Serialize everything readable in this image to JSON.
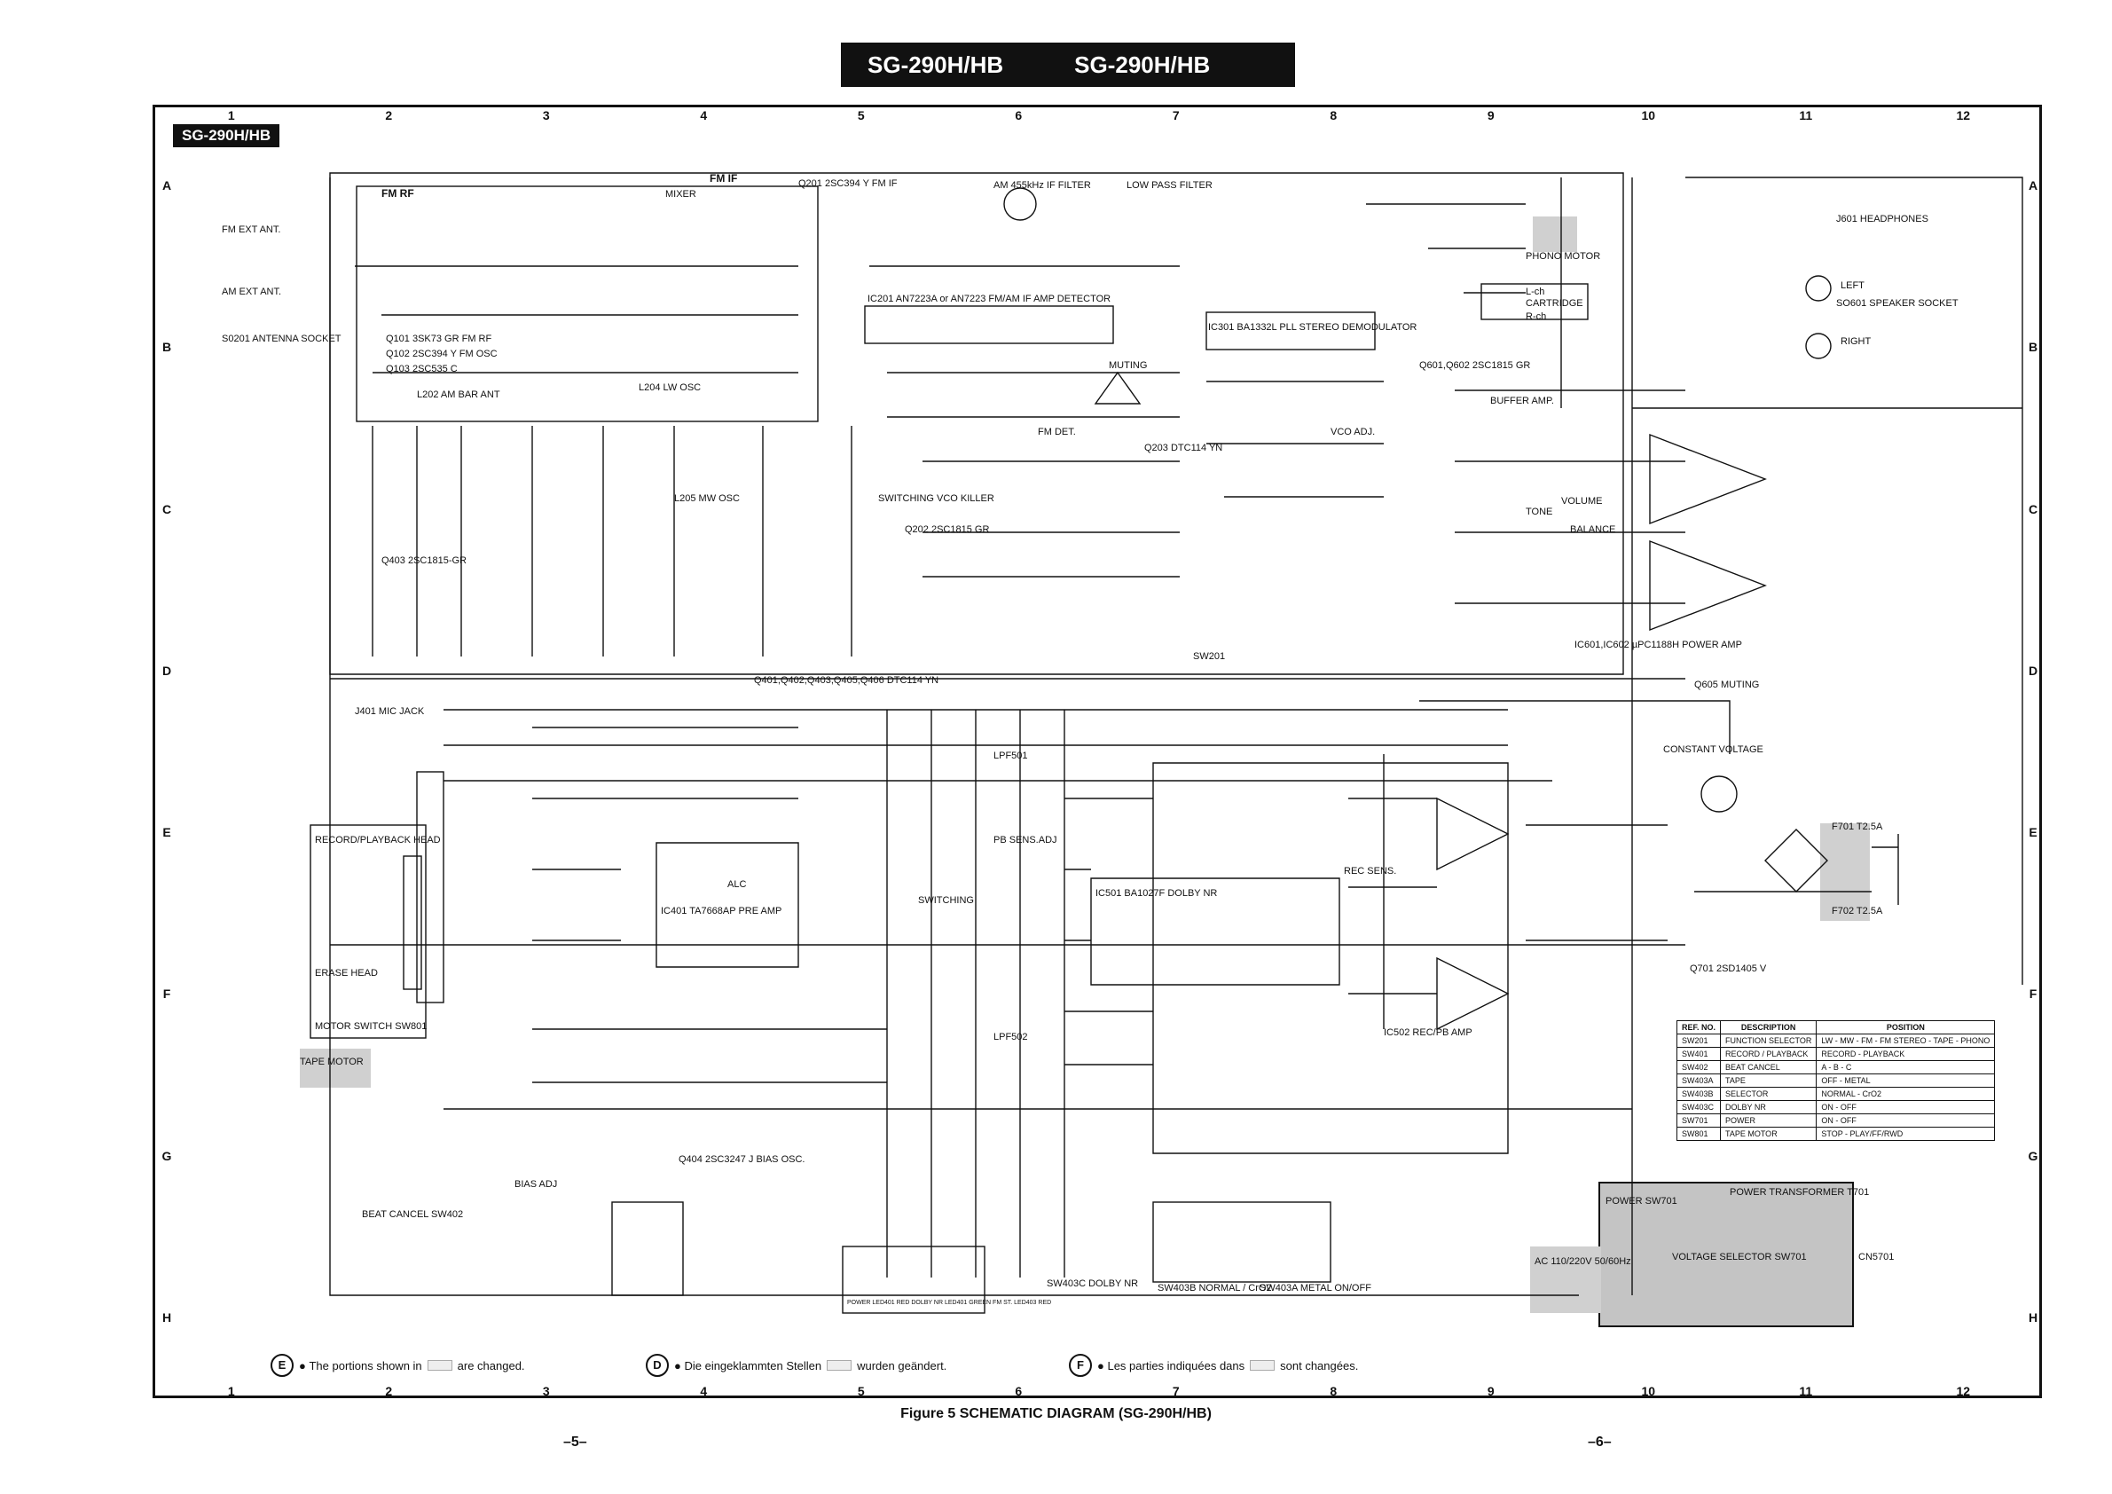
{
  "header": {
    "left": "SG-290H/HB",
    "right": "SG-290H/HB"
  },
  "frame_tag": "SG-290H/HB",
  "columns": [
    "1",
    "2",
    "3",
    "4",
    "5",
    "6",
    "7",
    "8",
    "9",
    "10",
    "11",
    "12"
  ],
  "rows": [
    "A",
    "B",
    "C",
    "D",
    "E",
    "F",
    "G",
    "H"
  ],
  "labels": {
    "fm_ant": "FM EXT ANT.",
    "am_ant": "AM EXT ANT.",
    "ant_socket": "S0201 ANTENNA SOCKET",
    "fm_rf": "FM RF",
    "fm_if": "FM IF",
    "mixer": "MIXER",
    "q201": "Q201 2SC394 Y FM IF",
    "lpf": "LOW PASS FILTER",
    "am_if": "AM 455kHz IF FILTER",
    "ic201": "IC201 AN7223A or AN7223  FM/AM IF AMP DETECTOR",
    "ic301": "IC301 BA1332L PLL STEREO DEMODULATOR",
    "q101": "Q101 3SK73 GR  FM RF",
    "q102": "Q102 2SC394 Y  FM OSC",
    "q103": "Q103 2SC535 C",
    "am_bar": "L202 AM BAR ANT",
    "lw_osc": "L204 LW OSC",
    "mw_osc": "L205 MW OSC",
    "q403": "Q403 2SC1815-GR",
    "q202": "Q202 2SC1815 GR",
    "vco": "SWITCHING VCO KILLER",
    "q203": "Q203 DTC114 YN",
    "muting": "MUTING",
    "fm_det": "FM DET.",
    "vco_adj": "VCO ADJ.",
    "phono": "PHONO MOTOR",
    "cartridge": "CARTRIDGE",
    "lch": "L-ch",
    "rch": "R-ch",
    "q601": "Q601,Q602 2SC1815 GR",
    "buffer": "BUFFER AMP.",
    "volume": "VOLUME",
    "tone": "TONE",
    "balance": "BALANCE",
    "ic601": "IC601,IC602 µPC1188H POWER AMP",
    "hp": "J601 HEADPHONES",
    "spk": "SO601 SPEAKER SOCKET",
    "left": "LEFT",
    "right": "RIGHT",
    "q401": "Q401,Q402,Q403,Q405,Q406 DTC114 YN",
    "sw201": "SW201",
    "j401": "J401 MIC JACK",
    "rec_head": "RECORD/PLAYBACK HEAD",
    "erase": "ERASE HEAD",
    "motor_sw": "MOTOR SWITCH SW801",
    "tape_motor": "TAPE MOTOR",
    "ic401": "IC401 TA7668AP PRE AMP",
    "alc": "ALC",
    "switching": "SWITCHING",
    "ic501": "IC501 BA1027F DOLBY NR",
    "ic502": "IC502 REC/PB AMP",
    "lpf501": "LPF501",
    "lpf502": "LPF502",
    "pb_adj": "PB SENS.ADJ",
    "rec_sens": "REC SENS.",
    "const_v": "CONSTANT VOLTAGE",
    "q701": "Q701 2SD1405 V",
    "q605": "Q605 MUTING",
    "f701": "F701 T2.5A",
    "f702": "F702 T2.5A",
    "q404": "Q404 2SC3247 J BIAS OSC.",
    "bias": "BIAS ADJ",
    "beat": "BEAT CANCEL SW402",
    "leds": "POWER LED401 RED   DOLBY NR LED401 GREEN   FM ST. LED403 RED",
    "sw403c": "SW403C DOLBY NR",
    "sw403b": "SW403B NORMAL / CrO2",
    "sw403a": "SW403A METAL ON/OFF",
    "ptrans": "POWER TRANSFORMER T701",
    "power_sw": "POWER SW701",
    "vsel": "VOLTAGE SELECTOR SW701",
    "ac": "AC 110/220V 50/60Hz",
    "cn570": "CN5701"
  },
  "switch_table": {
    "headers": [
      "REF. NO.",
      "DESCRIPTION",
      "POSITION"
    ],
    "rows": [
      [
        "SW201",
        "FUNCTION SELECTOR",
        "LW - MW - FM - FM STEREO - TAPE - PHONO"
      ],
      [
        "SW401",
        "RECORD / PLAYBACK",
        "RECORD - PLAYBACK"
      ],
      [
        "SW402",
        "BEAT CANCEL",
        "A  -  B  -  C"
      ],
      [
        "SW403A",
        "TAPE",
        "OFF  -  METAL"
      ],
      [
        "SW403B",
        "SELECTOR",
        "NORMAL  -  CrO2"
      ],
      [
        "SW403C",
        "DOLBY NR",
        "ON  -  OFF"
      ],
      [
        "SW701",
        "POWER",
        "ON  -  OFF"
      ],
      [
        "SW801",
        "TAPE MOTOR",
        "STOP - PLAY/FF/RWD"
      ]
    ]
  },
  "notes": {
    "e": {
      "letter": "E",
      "text1": "The portions shown in",
      "text2": "are changed."
    },
    "d": {
      "letter": "D",
      "text1": "Die eingeklammten Stellen",
      "text2": "wurden geändert."
    },
    "f": {
      "letter": "F",
      "text1": "Les parties indiquées dans",
      "text2": "sont changées."
    }
  },
  "caption": "Figure 5 SCHEMATIC DIAGRAM (SG-290H/HB)",
  "page_left": "–5–",
  "page_right": "–6–"
}
